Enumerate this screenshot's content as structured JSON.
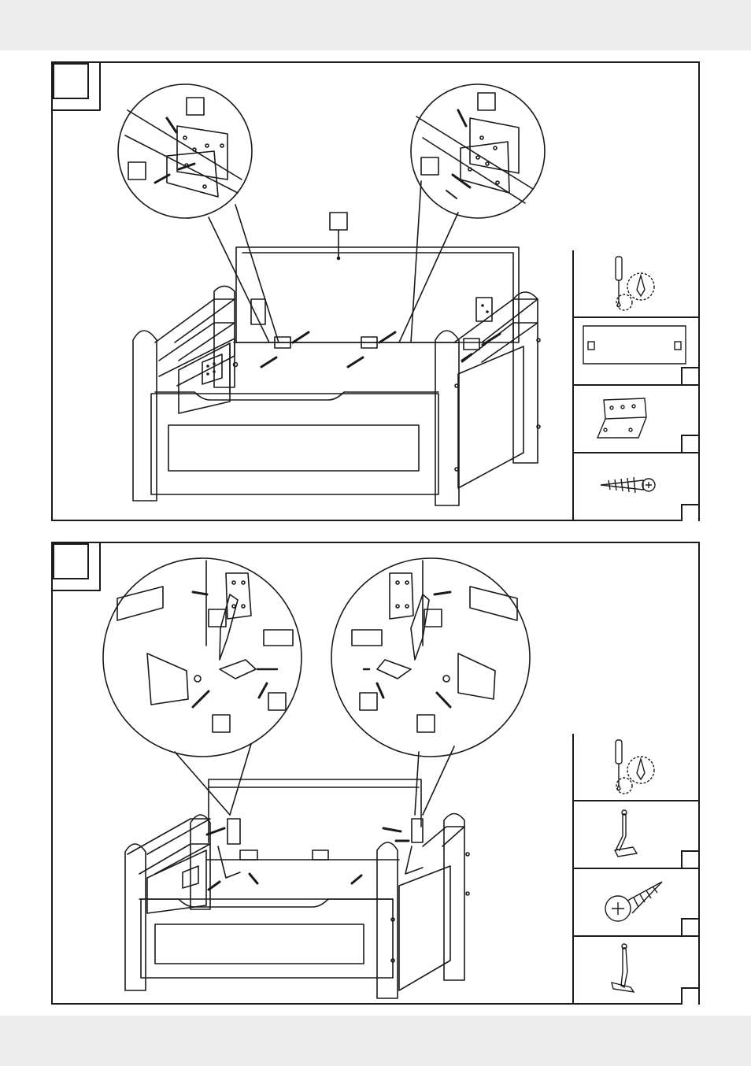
{
  "page": {
    "background": "#ffffff",
    "band_color": "#ececec",
    "line_color": "#1a1a1a"
  },
  "steps": [
    {
      "id": "step-a",
      "label": "",
      "parts": [
        {
          "name": "screwdriver",
          "icon": "screwdriver-icon"
        },
        {
          "name": "lid-panel",
          "icon": "panel-icon"
        },
        {
          "name": "hinge",
          "icon": "hinge-icon"
        },
        {
          "name": "screw",
          "icon": "screw-icon"
        }
      ]
    },
    {
      "id": "step-b",
      "label": "",
      "parts": [
        {
          "name": "screwdriver",
          "icon": "screwdriver-icon"
        },
        {
          "name": "lid-support-stay",
          "icon": "lid-stay-icon"
        },
        {
          "name": "screw-large",
          "icon": "screw-icon"
        },
        {
          "name": "lid-support-stay-mirrored",
          "icon": "lid-stay-icon"
        }
      ]
    }
  ]
}
